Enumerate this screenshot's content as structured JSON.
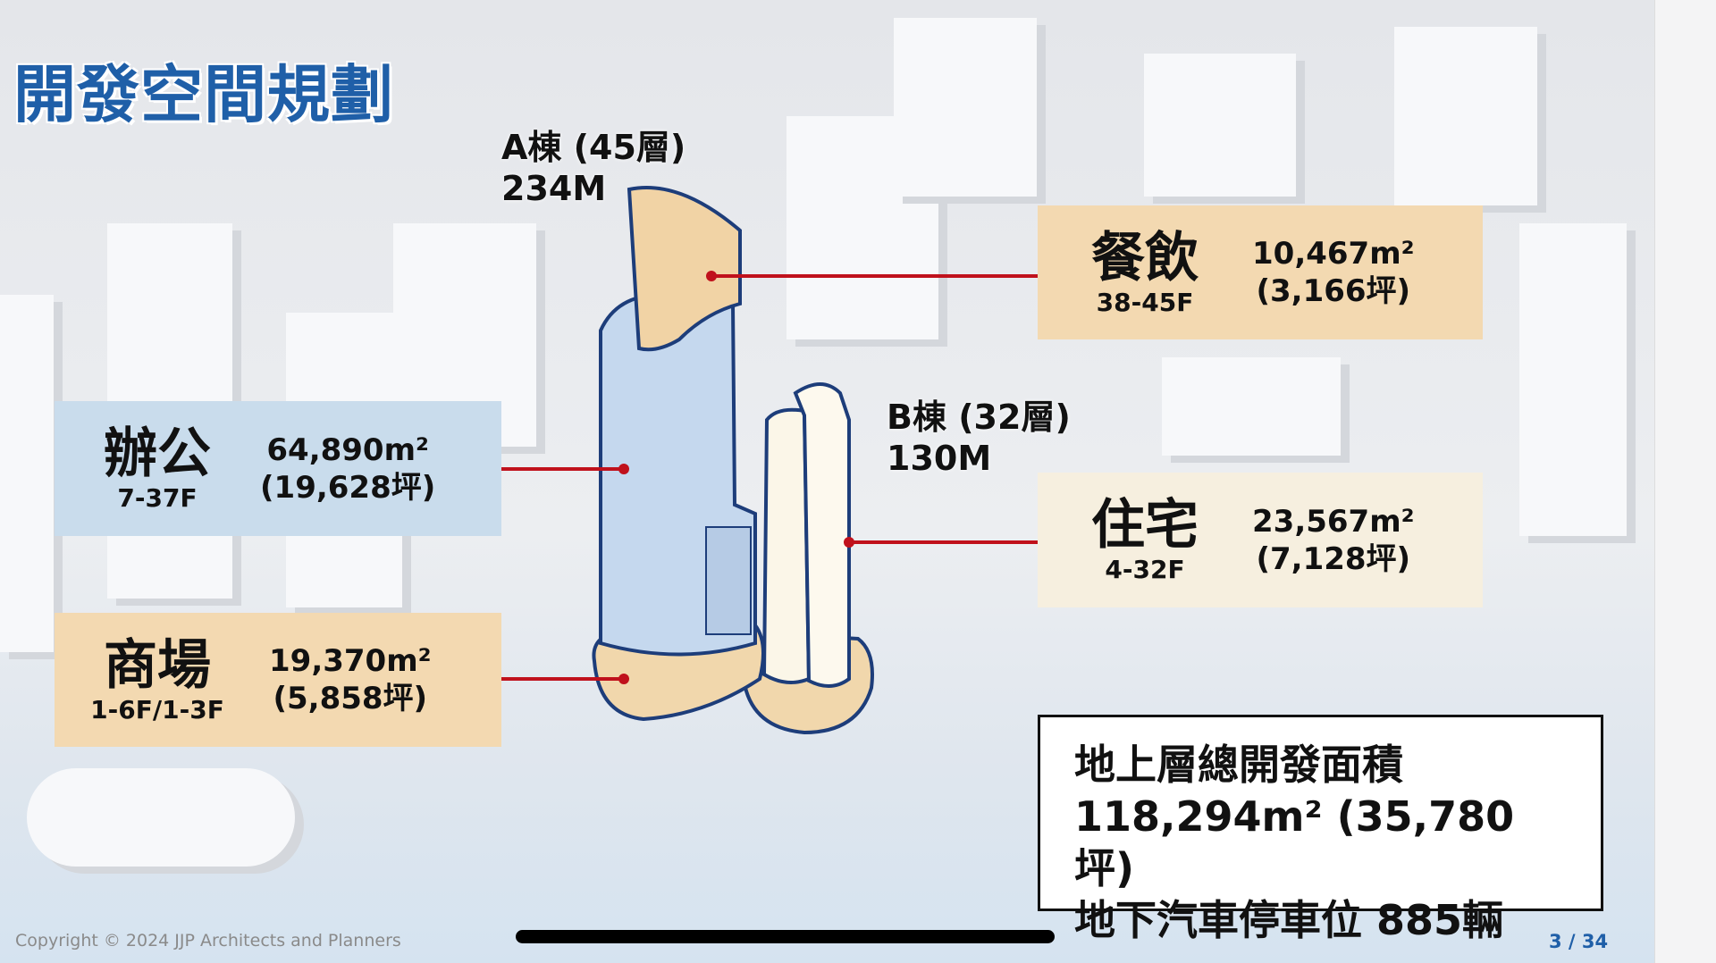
{
  "title": "開發空間規劃",
  "tower_a": {
    "name": "A棟 (45層)",
    "height": "234M"
  },
  "tower_b": {
    "name": "B棟 (32層)",
    "height": "130M"
  },
  "uses": {
    "dining": {
      "name": "餐飲",
      "floors": "38-45F",
      "area": "10,467m²",
      "ping": "(3,166坪)",
      "color": "#f3d9b1"
    },
    "residential": {
      "name": "住宅",
      "floors": "4-32F",
      "area": "23,567m²",
      "ping": "(7,128坪)",
      "color": "#f6efdf"
    },
    "office": {
      "name": "辦公",
      "floors": "7-37F",
      "area": "64,890m²",
      "ping": "(19,628坪)",
      "color": "#c9dcec"
    },
    "retail": {
      "name": "商場",
      "floors": "1-6F/1-3F",
      "area": "19,370m²",
      "ping": "(5,858坪)",
      "color": "#f3d9b1"
    }
  },
  "summary": {
    "line1": "地上層總開發面積",
    "line2": "118,294m² (35,780坪)",
    "line3": "地下汽車停車位 885輛"
  },
  "footer": {
    "copyright": "Copyright © 2024 JJP Architects and Planners",
    "page": "3 / 34"
  }
}
